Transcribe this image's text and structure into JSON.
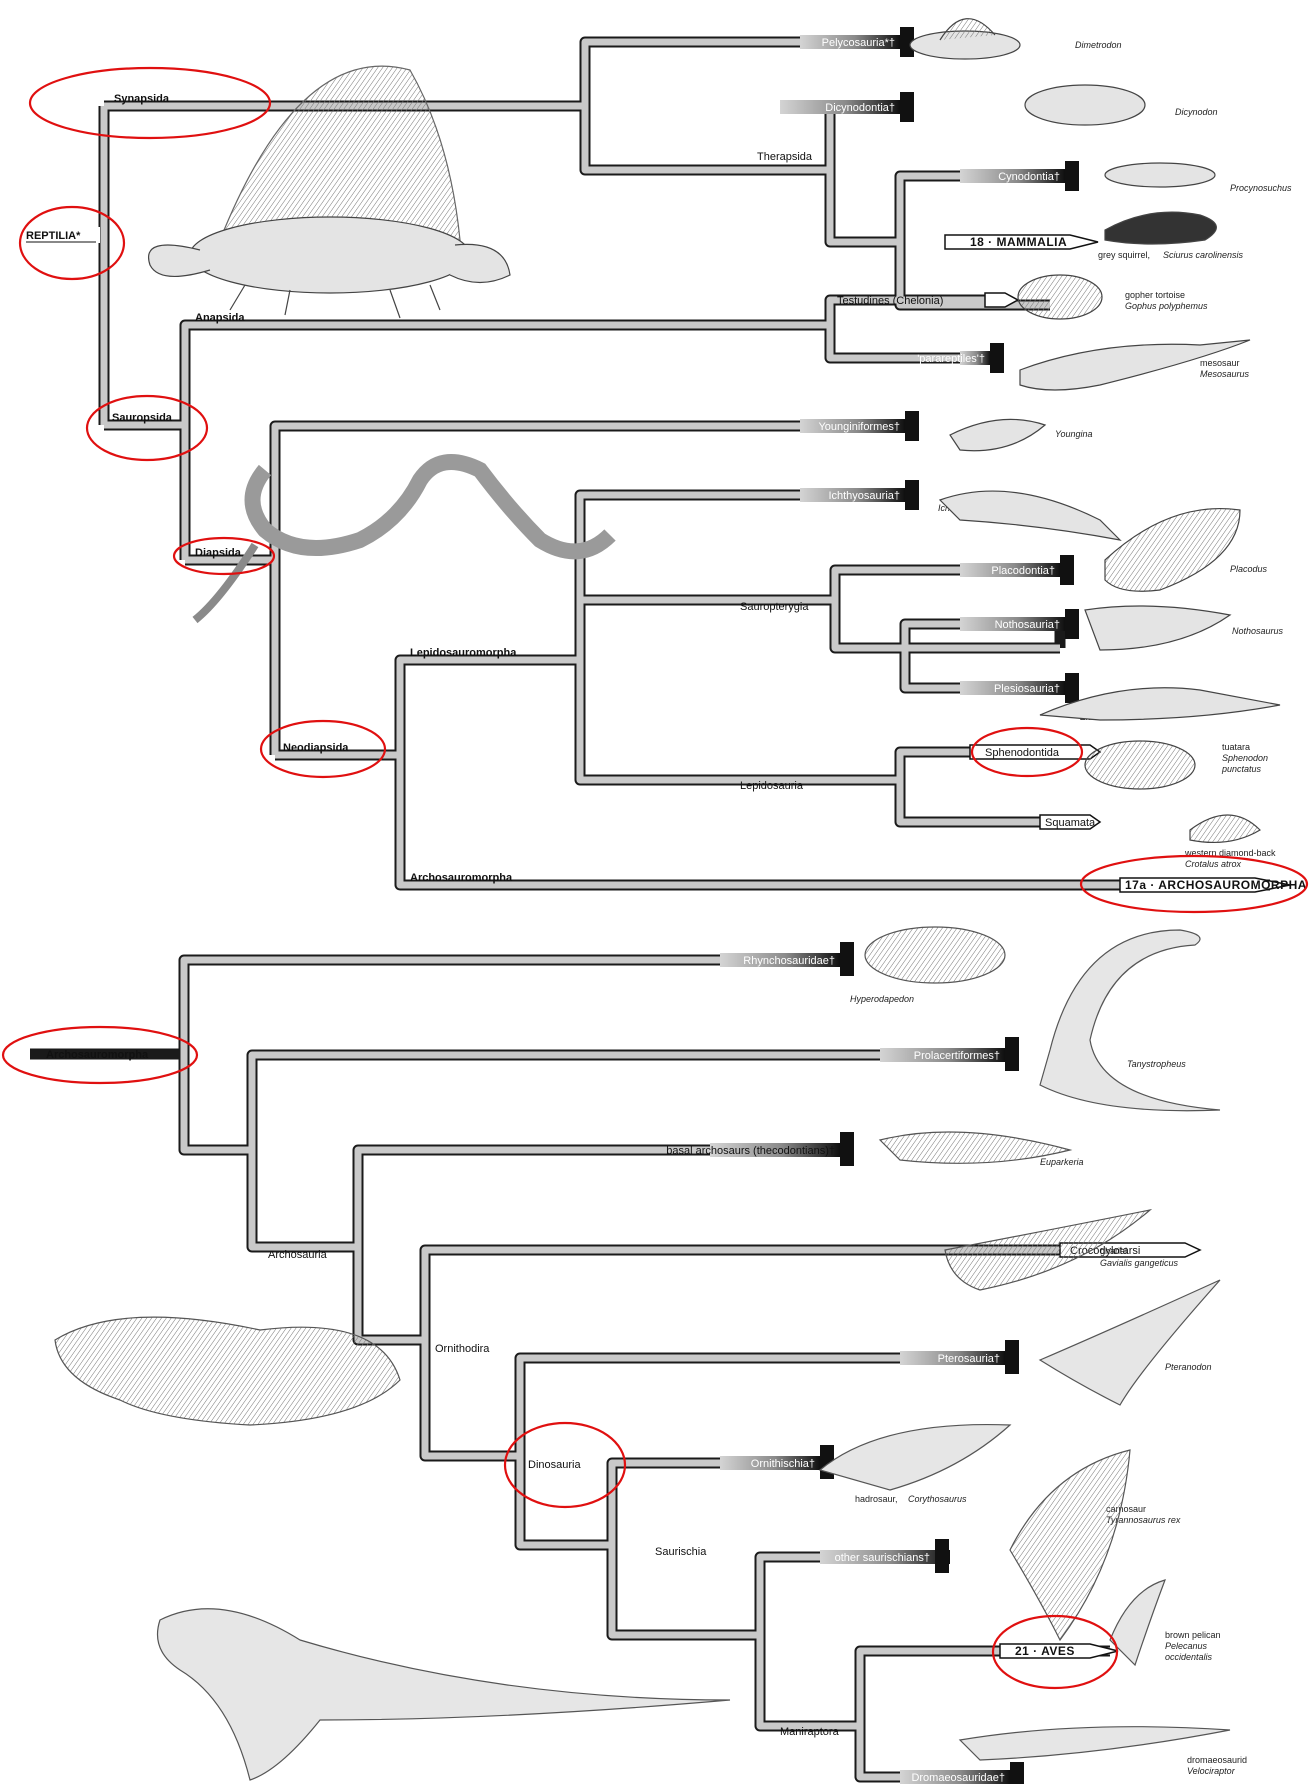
{
  "top": {
    "root": "REPTILIA*",
    "synapsida": "Synapsida",
    "sauropsida": "Sauropsida",
    "anapsida": "Anapsida",
    "diapsida": "Diapsida",
    "neodiapsida": "Neodiapsida",
    "therapsida": "Therapsida",
    "lepidosauromorpha": "Lepidosauromorpha",
    "archosauromorpha": "Archosauromorpha",
    "sauropterygia": "Sauropterygia",
    "lepidosauria": "Lepidosauria",
    "pelycosauria": "Pelycosauria*†",
    "dicynodontia": "Dicynodontia†",
    "cynodontia": "Cynodontia†",
    "mammalia": "18 · MAMMALIA",
    "testudines": "Testudines (Chelonia)",
    "parareptiles": "'parareptiles'†",
    "younginiformes": "Younginiformes†",
    "ichthyosauria": "Ichthyosauria†",
    "placodontia": "Placodontia†",
    "nothosauria": "Nothosauria†",
    "plesiosauria": "Plesiosauria†",
    "sphenodontida": "Sphenodontida",
    "squamata": "Squamata",
    "archosauromorpha_ref": "17a · ARCHOSAUROMORPHA",
    "animals": {
      "dimetrodon": "Dimetrodon",
      "dicynodon": "Dicynodon",
      "procynosuchus": "Procynosuchus",
      "squirrel_common": "grey squirrel,",
      "squirrel_latin": "Sciurus carolinensis",
      "tortoise_common": "gopher tortoise",
      "tortoise_latin": "Gophus polyphemus",
      "mesosaur_common": "mesosaur",
      "mesosaur_latin": "Mesosaurus",
      "youngina": "Youngina",
      "ichthyosaurus": "Ichthyosaurus",
      "placodus": "Placodus",
      "nothosaurus": "Nothosaurus",
      "elasmosaurus": "Elasmosaurus",
      "tuatara_common": "tuatara",
      "tuatara_latin1": "Sphenodon",
      "tuatara_latin2": "punctatus",
      "rattlesnake_common": "western diamond-back",
      "rattlesnake_latin": "Crotalus atrox"
    }
  },
  "bottom": {
    "root": "Archosauromorpha",
    "archosauria": "Archosauria",
    "ornithodira": "Ornithodira",
    "dinosauria": "Dinosauria",
    "saurischia": "Saurischia",
    "maniraptora": "Maniraptora",
    "rhynchosauridae": "Rhynchosauridae†",
    "prolacertiformes": "Prolacertiformes†",
    "basal_archosaurs": "basal archosaurs (thecodontians)†",
    "crocodylotarsi": "Crocodylotarsi",
    "pterosauria": "Pterosauria†",
    "ornithischia": "Ornithischia†",
    "other_saurischians": "other saurischians†",
    "aves": "21 · AVES",
    "dromaeosauridae": "Dromaeosauridae†",
    "animals": {
      "hyperodapedon": "Hyperodapedon",
      "tanystropheus": "Tanystropheus",
      "euparkeria": "Euparkeria",
      "gharial_common": "gharial",
      "gharial_latin": "Gavialis gangeticus",
      "pteranodon": "Pteranodon",
      "hadrosaur_common": "hadrosaur,",
      "hadrosaur_latin": "Corythosaurus",
      "carnosaur_common": "carnosaur",
      "carnosaur_latin": "Tyrannosaurus rex",
      "pelican_common": "brown pelican",
      "pelican_latin1": "Pelecanus",
      "pelican_latin2": "occidentalis",
      "dromaeosaurid_common": "dromaeosaurid",
      "dromaeosaurid_latin": "Velociraptor"
    }
  },
  "colors": {
    "branch_fill": "#c9c9c9",
    "branch_edge": "#1a1a1a",
    "terminal_dark": "#1e1e1e",
    "highlight_ring": "#e01010"
  }
}
